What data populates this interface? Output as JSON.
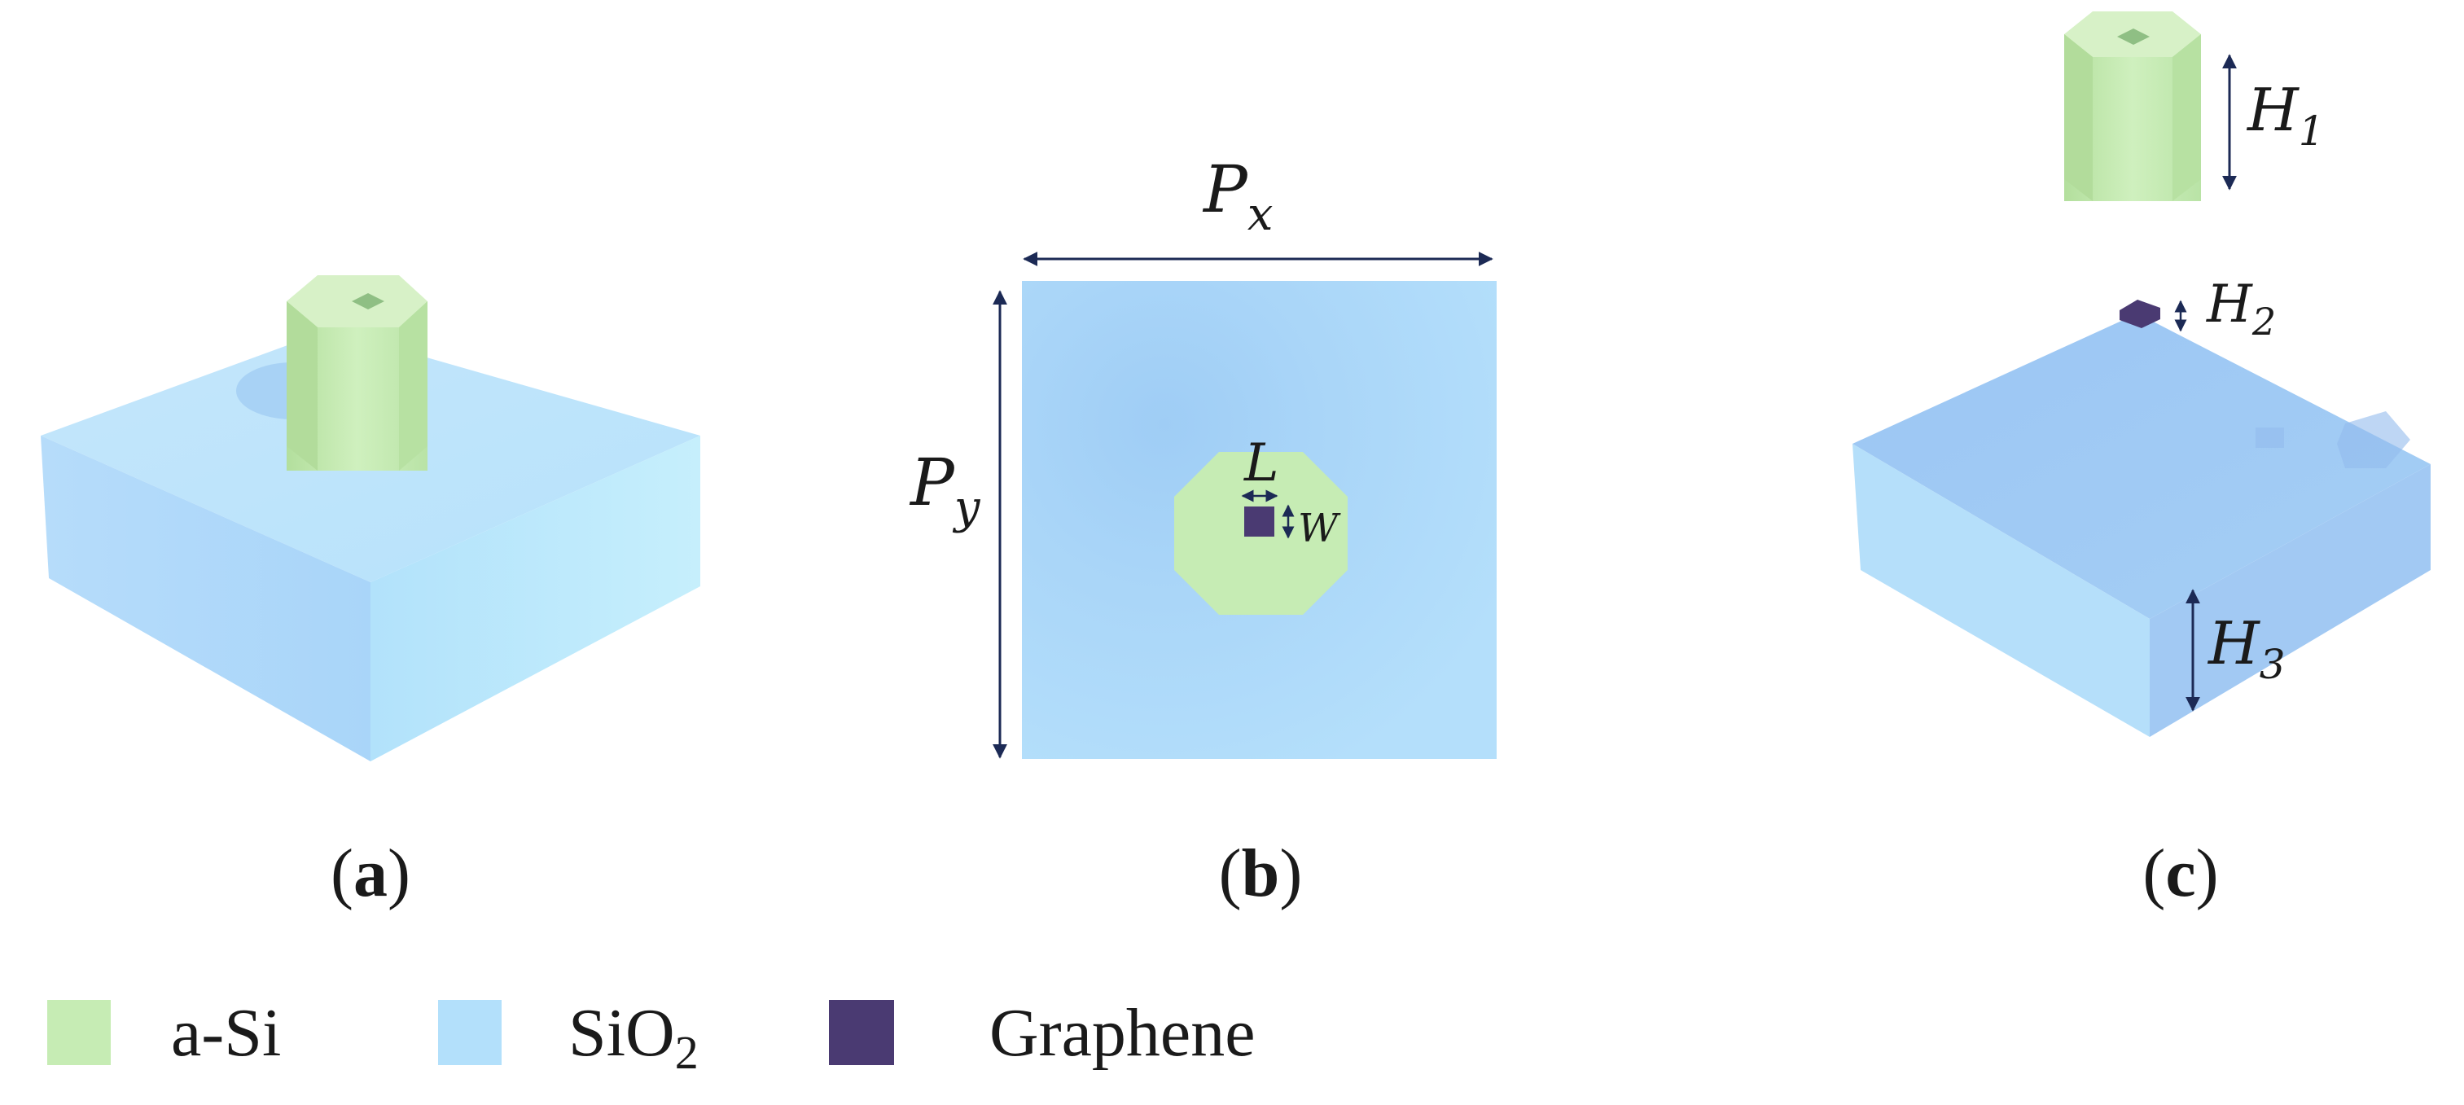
{
  "panels": {
    "a": {
      "open": "(",
      "letter": "a",
      "close": ")"
    },
    "b": {
      "open": "(",
      "letter": "b",
      "close": ")"
    },
    "c": {
      "open": "(",
      "letter": "c",
      "close": ")"
    }
  },
  "dimensions": {
    "px": {
      "base": "P",
      "sub": "x"
    },
    "py": {
      "base": "P",
      "sub": "y"
    },
    "l": {
      "base": "L"
    },
    "w": {
      "base": "W"
    },
    "h1": {
      "base": "H",
      "sub": "1"
    },
    "h2": {
      "base": "H",
      "sub": "2"
    },
    "h3": {
      "base": "H",
      "sub": "3"
    }
  },
  "legend": [
    {
      "label": "a-Si",
      "color": "#c6ecb4"
    },
    {
      "label": "SiO",
      "sub": "2",
      "color": "#b3e0fb"
    },
    {
      "label": "Graphene",
      "color": "#4a3a72"
    }
  ],
  "colors": {
    "asi": "#c6ecb4",
    "sio2": "#b3e0fb",
    "graphene": "#4a3a72",
    "arrow": "#1c2a55"
  }
}
